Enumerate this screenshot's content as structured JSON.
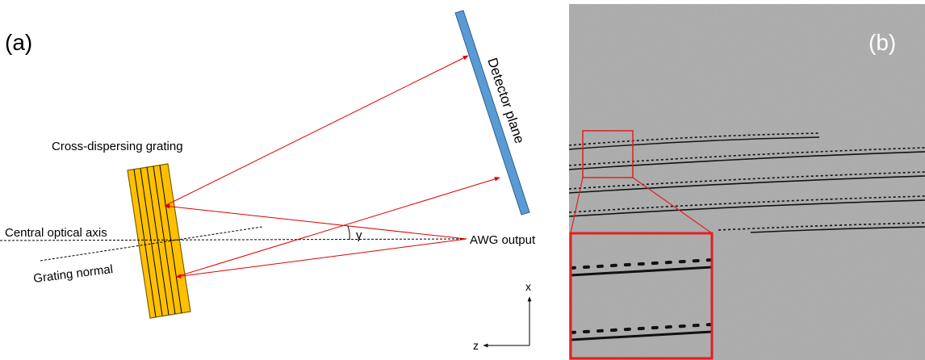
{
  "panel_a": {
    "label": "(a)",
    "grating_label": "Cross-dispersing grating",
    "detector_label": "Detector plane",
    "central_axis_label": "Central optical axis",
    "grating_normal_label": "Grating normal",
    "awg_label": "AWG output",
    "angle_label": "γ",
    "axis_x_label": "x",
    "axis_z_label": "z"
  },
  "panel_b": {
    "label": "(b)"
  },
  "colors": {
    "grating_fill": "#ffc000",
    "grating_stroke": "#7f6000",
    "detector_fill": "#5b9bd5",
    "detector_stroke": "#2e5f8a",
    "ray": "#e00000",
    "inset_border": "#e02020",
    "image_background": "#a9a9a9"
  }
}
